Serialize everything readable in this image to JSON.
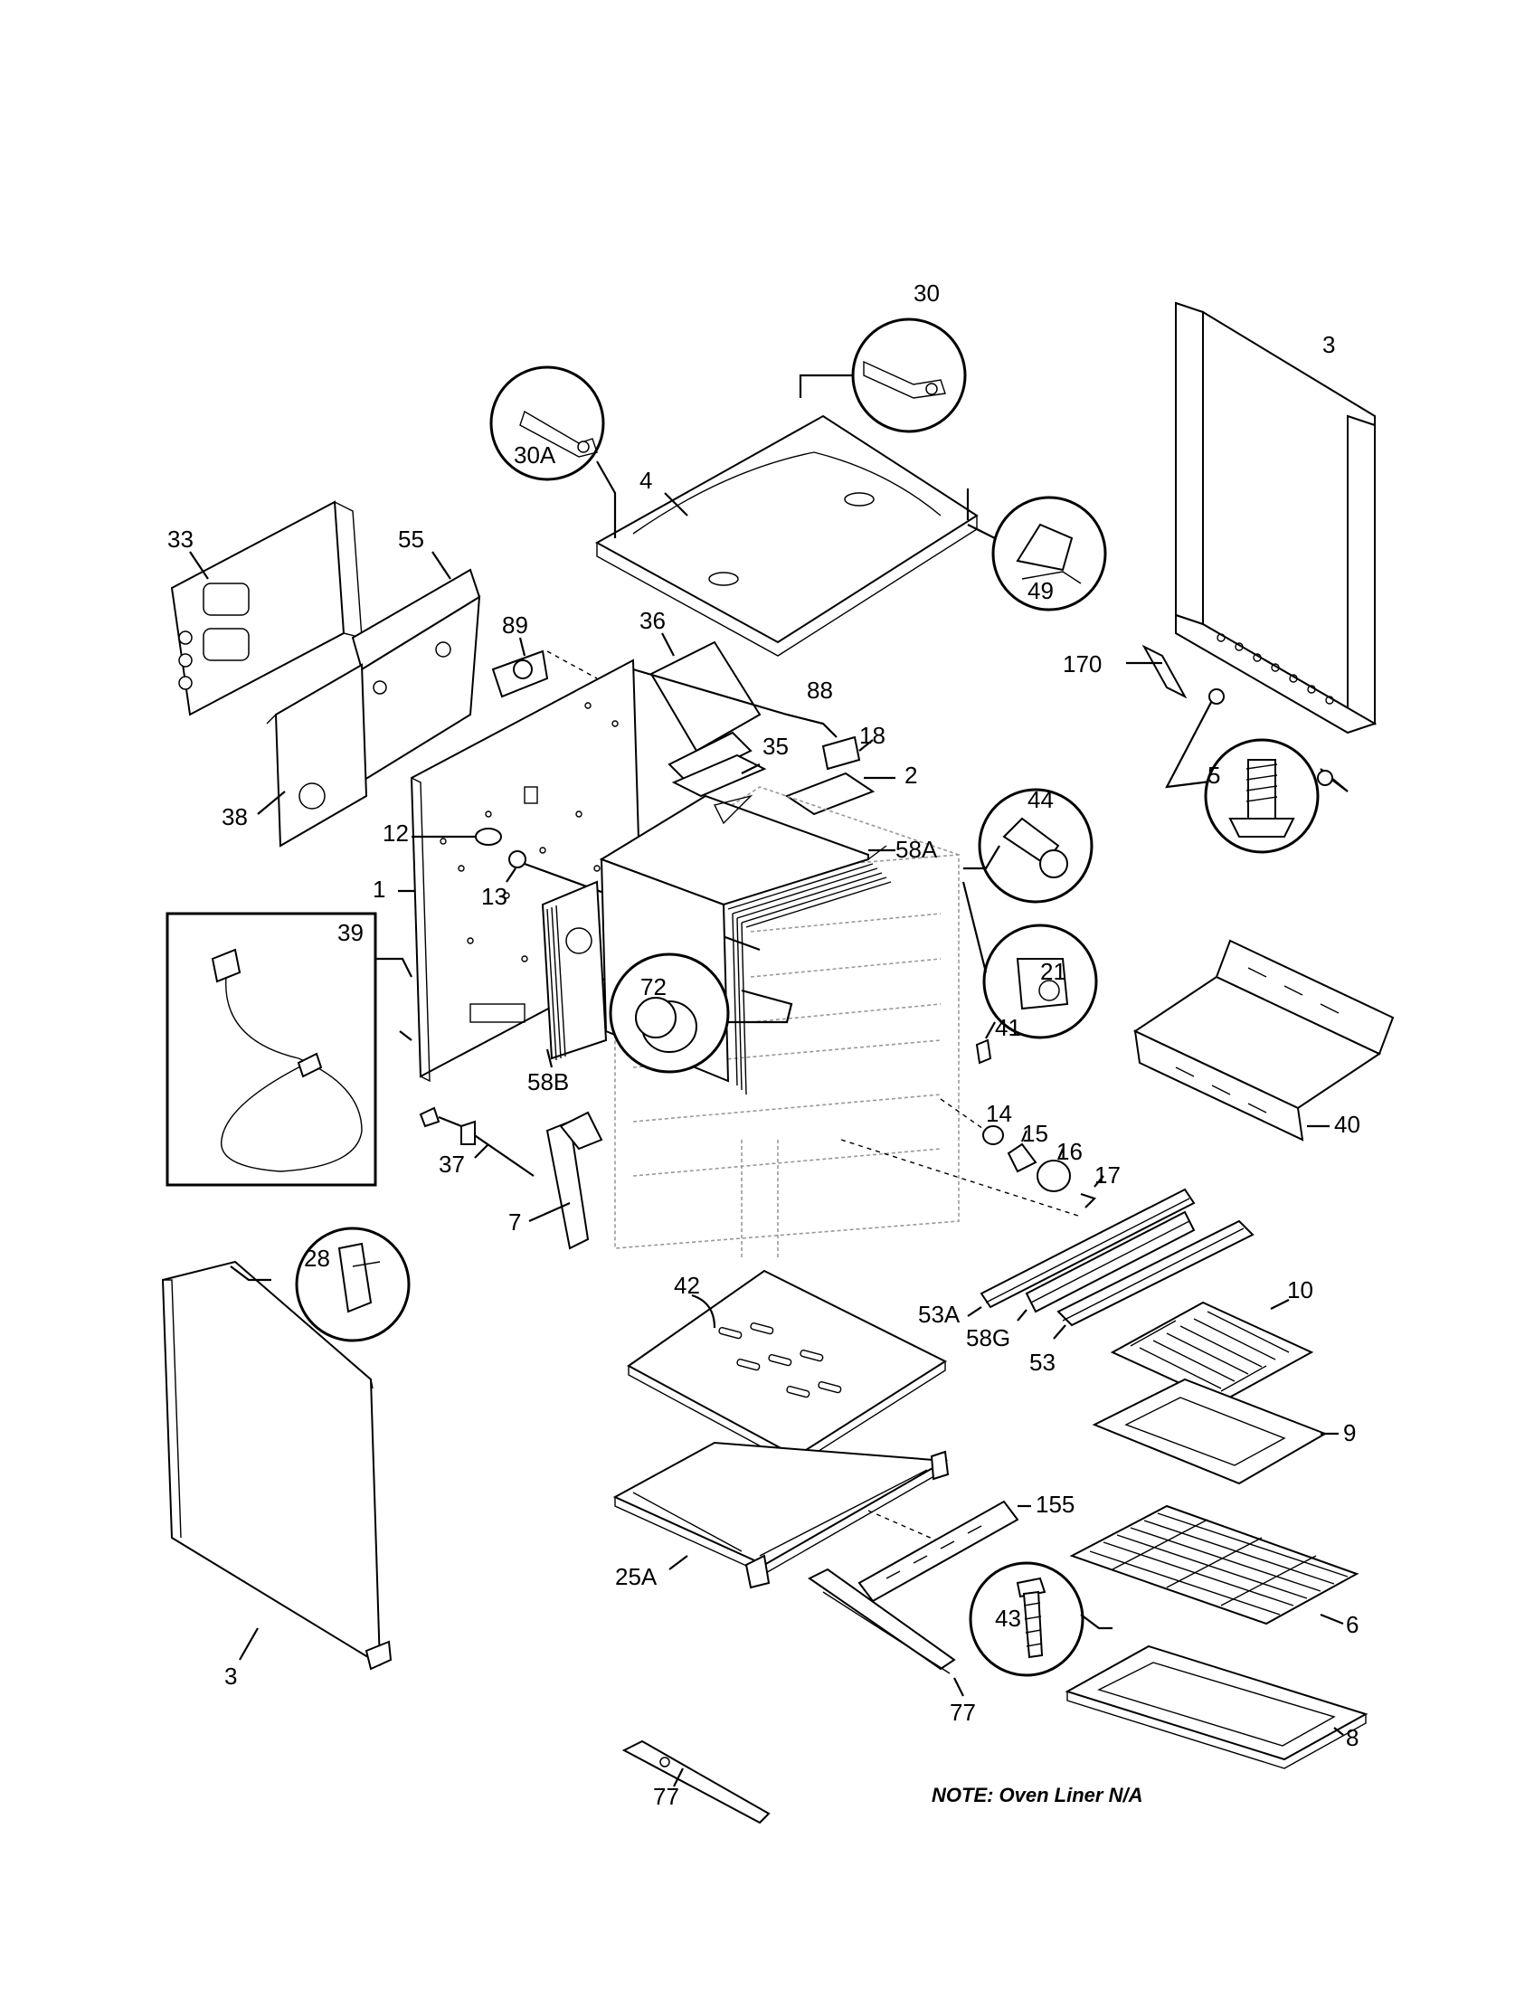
{
  "labels": {
    "l1": "1",
    "l2": "2",
    "l3a": "3",
    "l3b": "3",
    "l4": "4",
    "l5": "5",
    "l6": "6",
    "l7": "7",
    "l8": "8",
    "l9": "9",
    "l10": "10",
    "l12": "12",
    "l13": "13",
    "l14": "14",
    "l15": "15",
    "l16": "16",
    "l17": "17",
    "l18": "18",
    "l21": "21",
    "l25a": "25A",
    "l28": "28",
    "l30": "30",
    "l30a": "30A",
    "l33": "33",
    "l35": "35",
    "l36": "36",
    "l37": "37",
    "l38": "38",
    "l39": "39",
    "l40": "40",
    "l41": "41",
    "l42": "42",
    "l43": "43",
    "l44": "44",
    "l49": "49",
    "l53": "53",
    "l53a": "53A",
    "l55": "55",
    "l58a": "58A",
    "l58b": "58B",
    "l58g": "58G",
    "l72": "72",
    "l77a": "77",
    "l77b": "77",
    "l88": "88",
    "l89": "89",
    "l155": "155",
    "l170": "170"
  },
  "note": "NOTE: Oven Liner N/A"
}
